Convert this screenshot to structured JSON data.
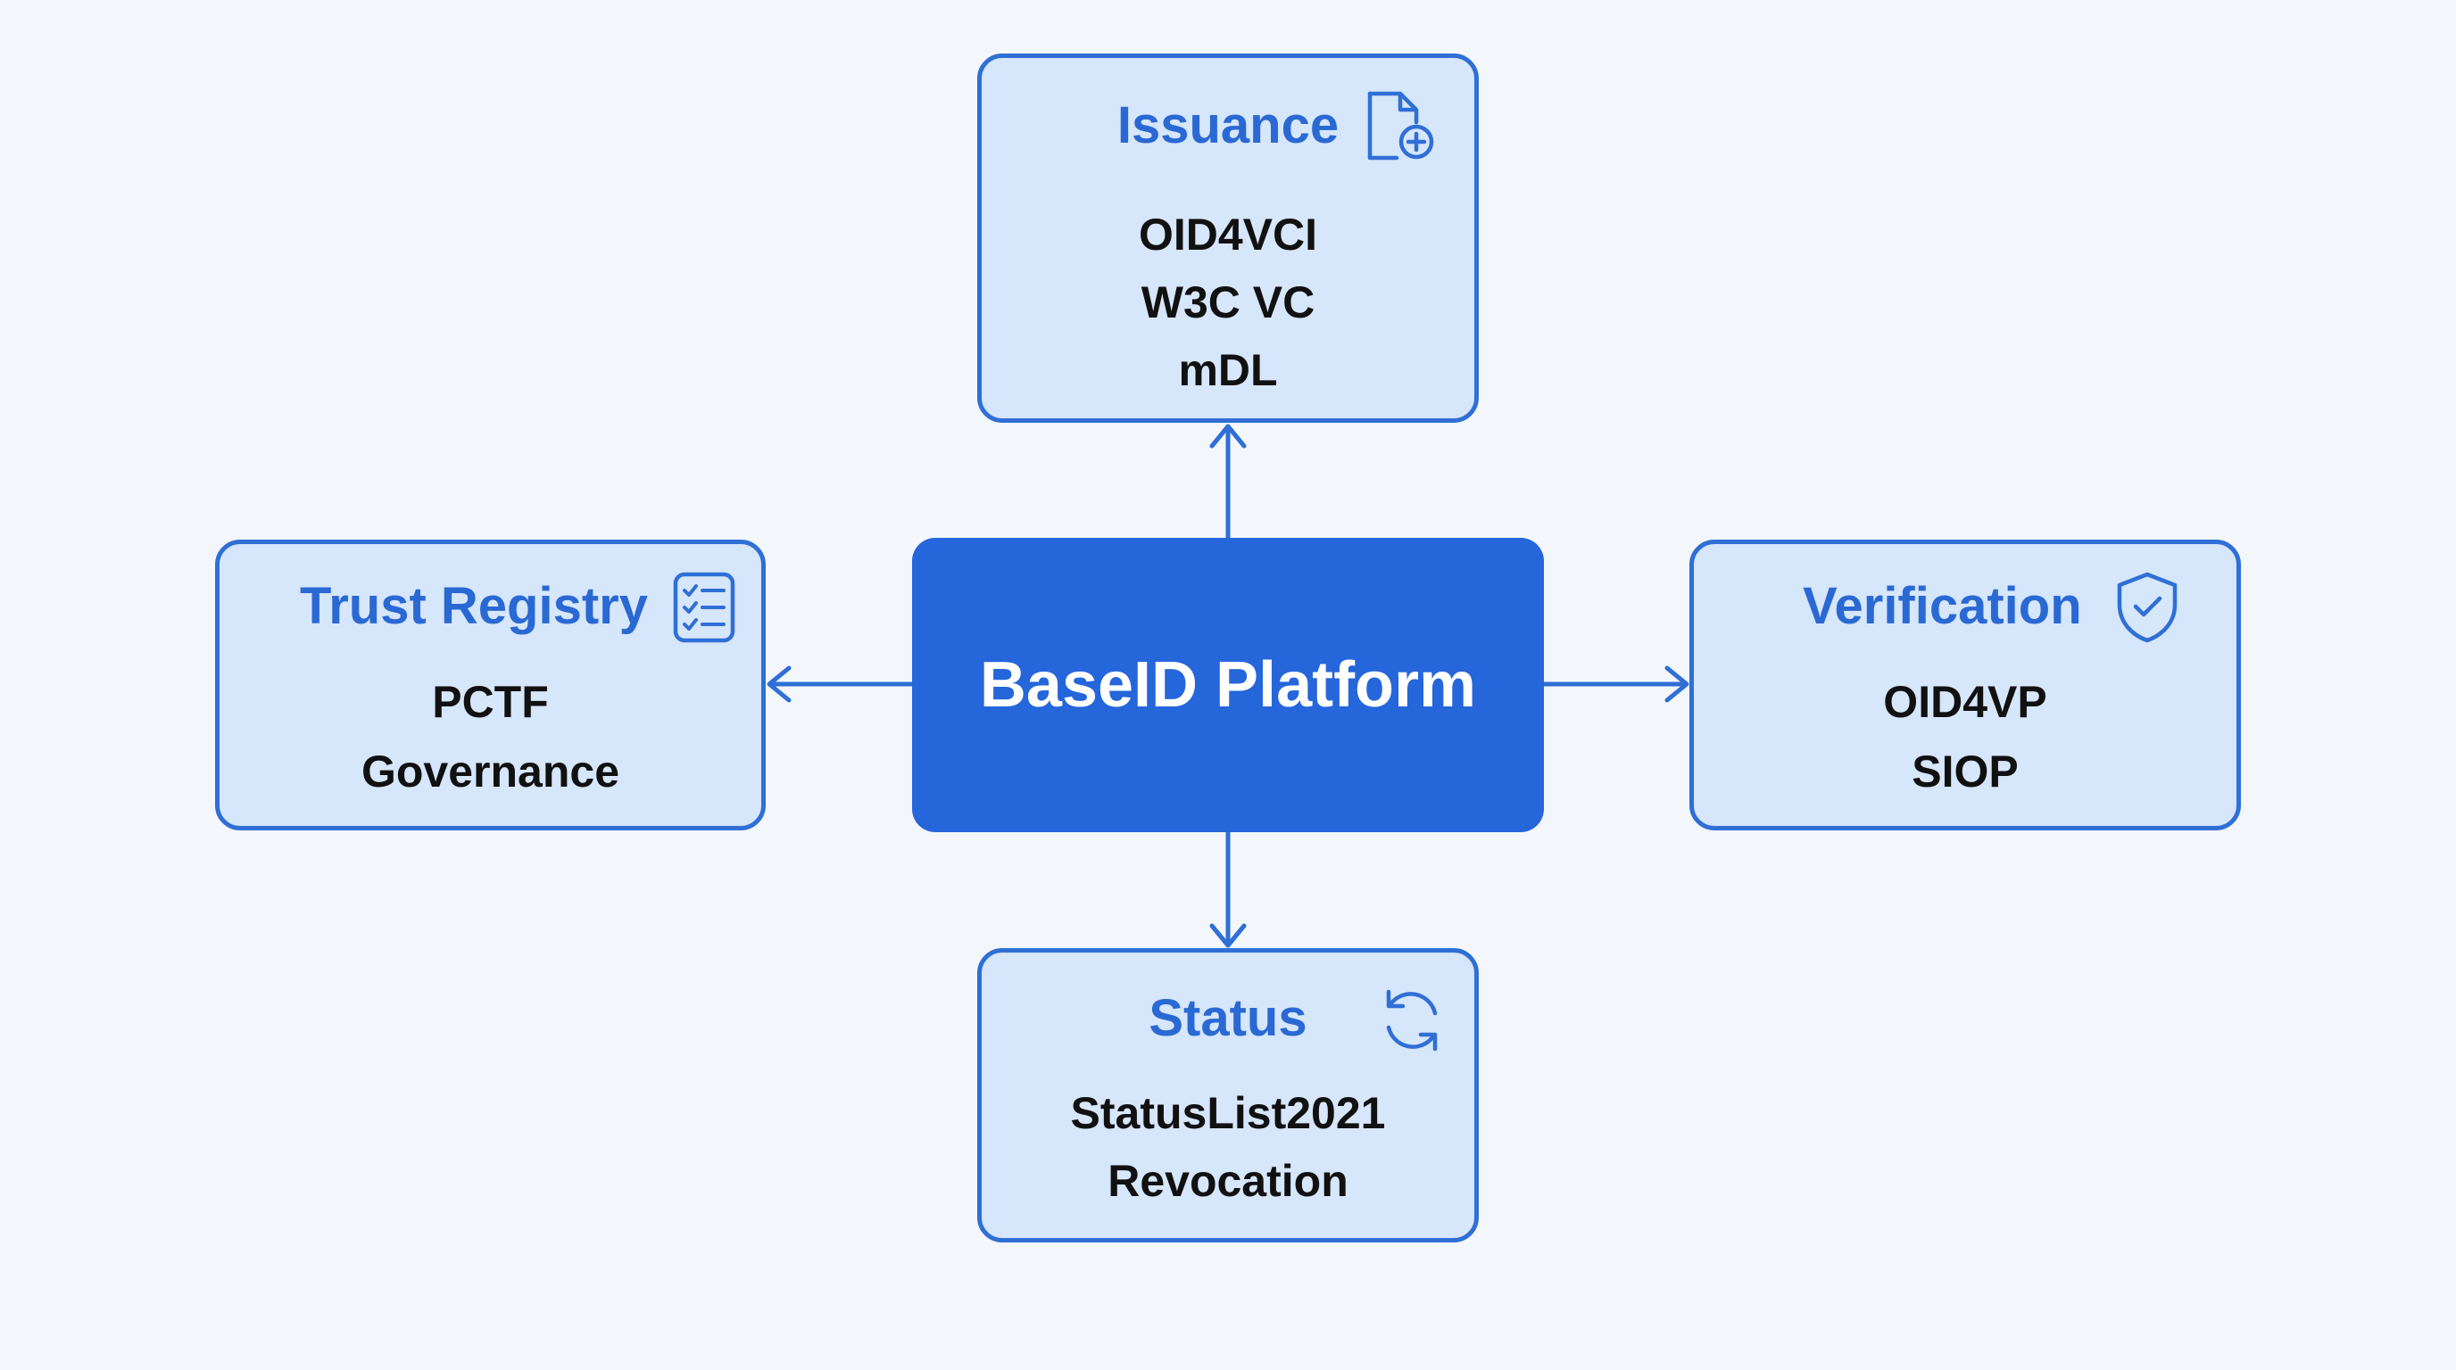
{
  "center": {
    "title": "BaseID Platform",
    "color": "#2566db"
  },
  "nodes": {
    "issuance": {
      "title": "Issuance",
      "icon": "document-add-icon",
      "lines": [
        "OID4VCI",
        "W3C VC",
        "mDL"
      ]
    },
    "trust_registry": {
      "title": "Trust Registry",
      "icon": "checklist-icon",
      "lines": [
        "PCTF",
        "Governance"
      ]
    },
    "verification": {
      "title": "Verification",
      "icon": "shield-check-icon",
      "lines": [
        "OID4VP",
        "SIOP"
      ]
    },
    "status": {
      "title": "Status",
      "icon": "refresh-icon",
      "lines": [
        "StatusList2021",
        "Revocation"
      ]
    }
  },
  "edges": [
    {
      "from": "center",
      "to": "issuance"
    },
    {
      "from": "center",
      "to": "trust_registry"
    },
    {
      "from": "center",
      "to": "verification"
    },
    {
      "from": "center",
      "to": "status"
    }
  ],
  "colors": {
    "background": "#f3f6fb",
    "node_fill": "#d6e6fb",
    "accent": "#2f6fd6",
    "title_text": "#2a69d3",
    "body_text": "#111111"
  }
}
